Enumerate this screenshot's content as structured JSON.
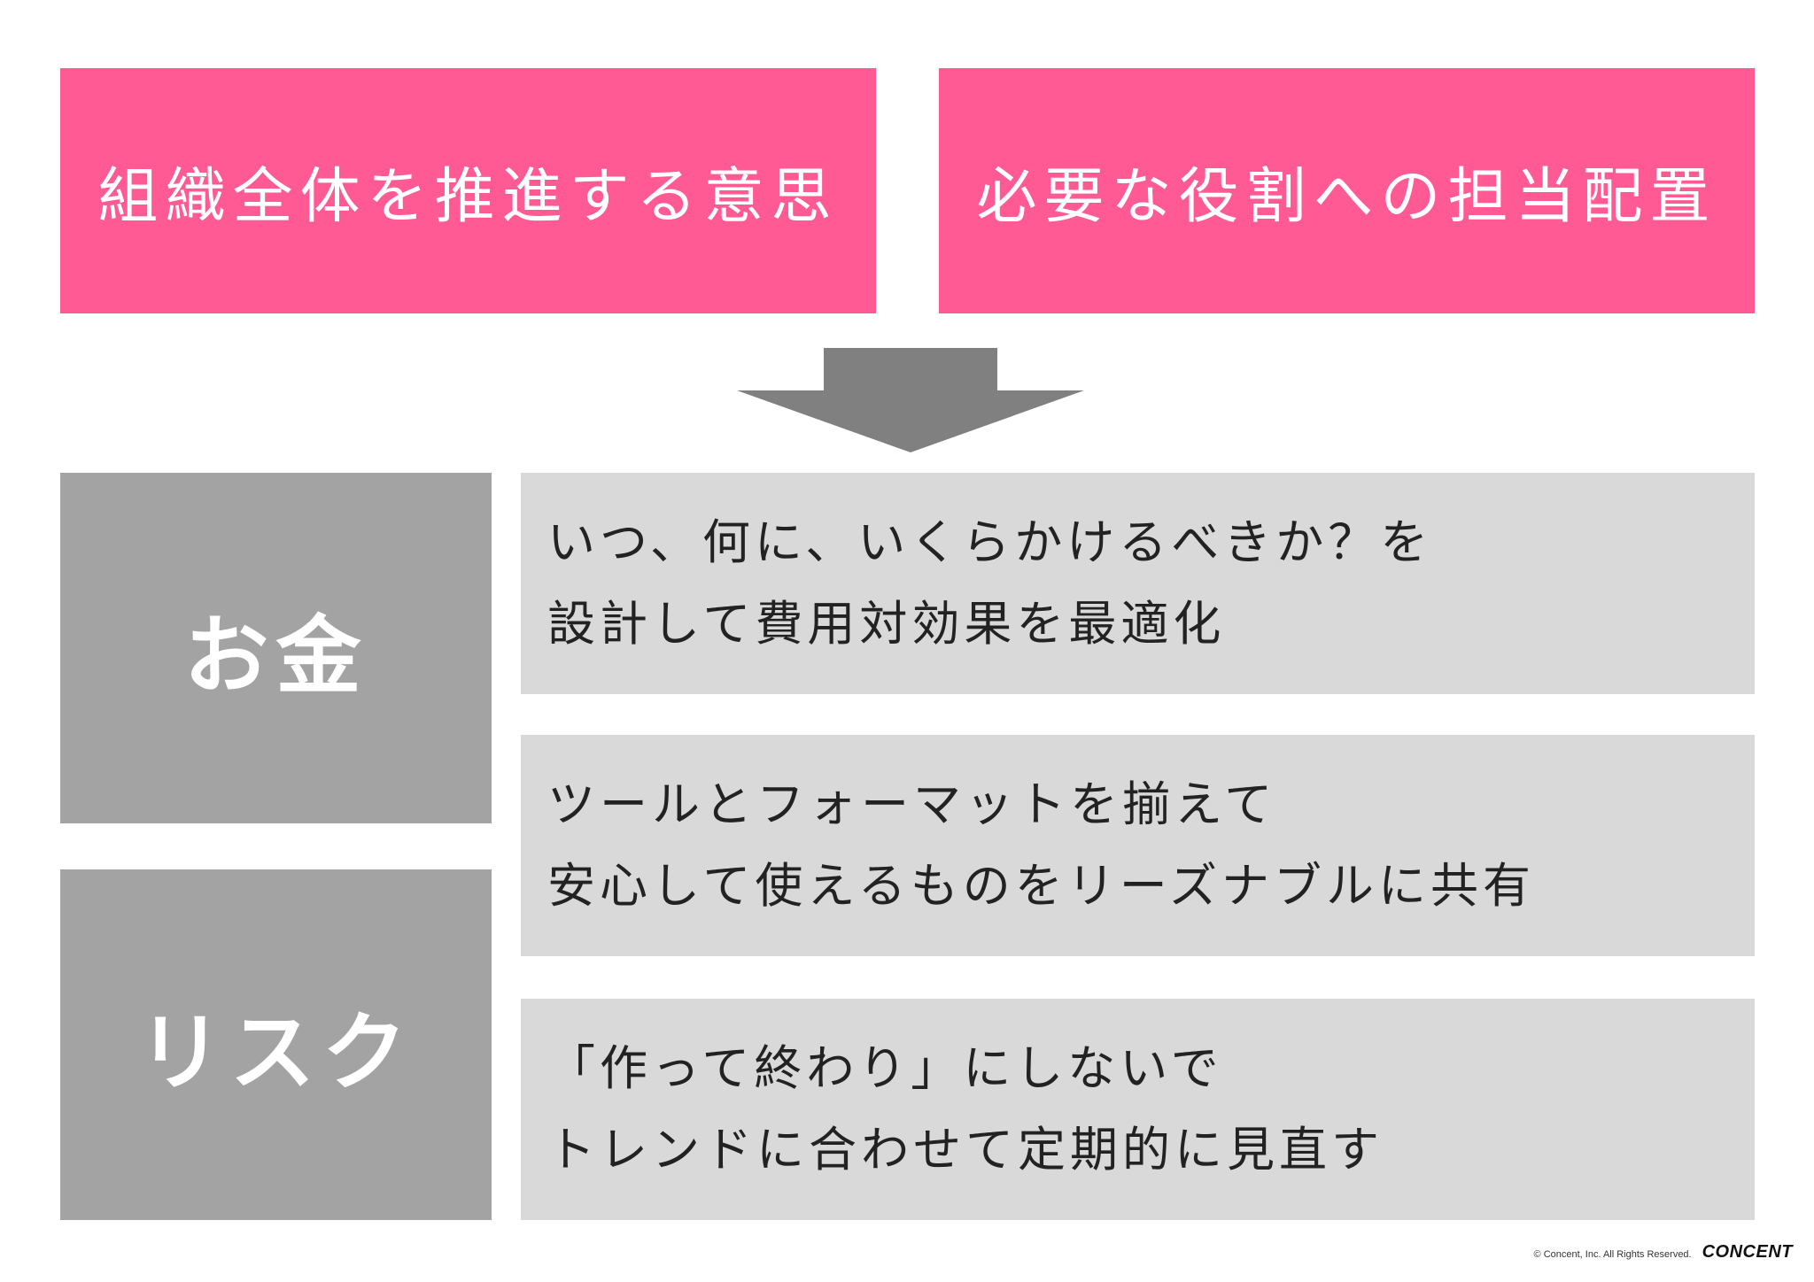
{
  "top_boxes": [
    {
      "label": "組織全体を推進する意思"
    },
    {
      "label": "必要な役割への担当配置"
    }
  ],
  "categories": [
    {
      "label": "お金"
    },
    {
      "label": "リスク"
    }
  ],
  "items": [
    {
      "lines": [
        "いつ、何に、いくらかけるべきか？を",
        "設計して費用対効果を最適化"
      ]
    },
    {
      "lines": [
        "ツールとフォーマットを揃えて",
        "安心して使えるものをリーズナブルに共有"
      ]
    },
    {
      "lines": [
        "「作って終わり」にしないで",
        "トレンドに合わせて定期的に見直す"
      ]
    }
  ],
  "footer": {
    "copyright": "© Concent, Inc. All Rights Reserved.",
    "logo": "CONCENT"
  },
  "colors": {
    "pink": "#ff5a93",
    "category_gray": "#a3a3a3",
    "item_gray": "#d9d9d9",
    "arrow_gray": "#808080"
  },
  "icons": {
    "arrow": "down-arrow-icon"
  }
}
